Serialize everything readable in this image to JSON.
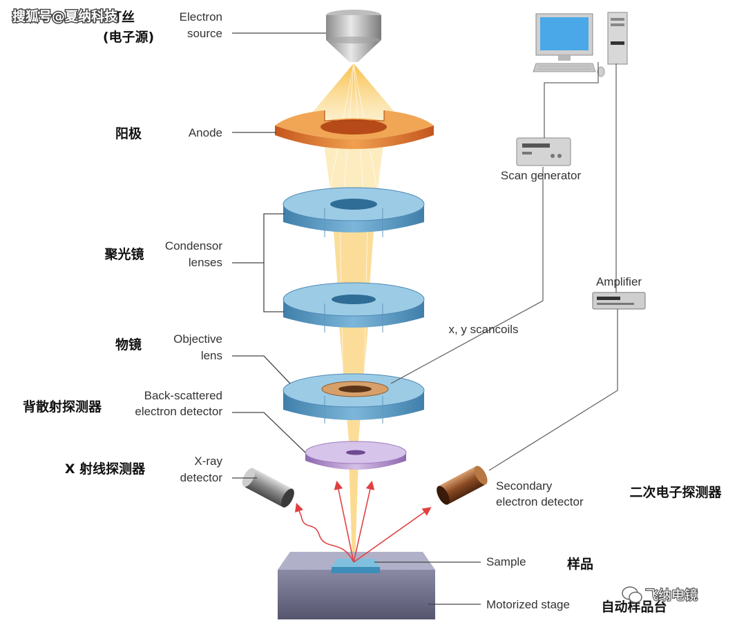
{
  "watermarks": {
    "top_left": "搜狐号@夏纳科技",
    "bottom_right": "飞纳电镜"
  },
  "labels_en": {
    "electron_source_1": "Electron",
    "electron_source_2": "source",
    "anode": "Anode",
    "condensor_1": "Condensor",
    "condensor_2": "lenses",
    "objective_1": "Objective",
    "objective_2": "lens",
    "backscatter_1": "Back-scattered",
    "backscatter_2": "electron detector",
    "xray_1": "X-ray",
    "xray_2": "detector",
    "scan_generator": "Scan generator",
    "amplifier": "Amplifier",
    "scancoils": "x, y scancoils",
    "secondary_1": "Secondary",
    "secondary_2": "electron detector",
    "sample": "Sample",
    "stage": "Motorized stage"
  },
  "labels_zh": {
    "filament_1": "灯丝",
    "filament_2": "(电子源)",
    "anode": "阳极",
    "condensor": "聚光镜",
    "objective": "物镜",
    "backscatter": "背散射探测器",
    "xray": "X 射线探测器",
    "secondary": "二次电子探测器",
    "sample": "样品",
    "stage": "自动样品台"
  },
  "colors": {
    "beam": "#f7c55a",
    "anode": "#d9742a",
    "lens": "#5a9cc8",
    "lens_top": "#9ccbe6",
    "bse_detector": "#b48fd0",
    "xray_detector": "#9a9a9a",
    "se_detector": "#9a5a30",
    "stage": "#6f6f8a",
    "arrows": "#e04040"
  },
  "icons": [
    "electron-gun-icon",
    "computer-icon",
    "scan-generator-icon",
    "amplifier-icon"
  ]
}
